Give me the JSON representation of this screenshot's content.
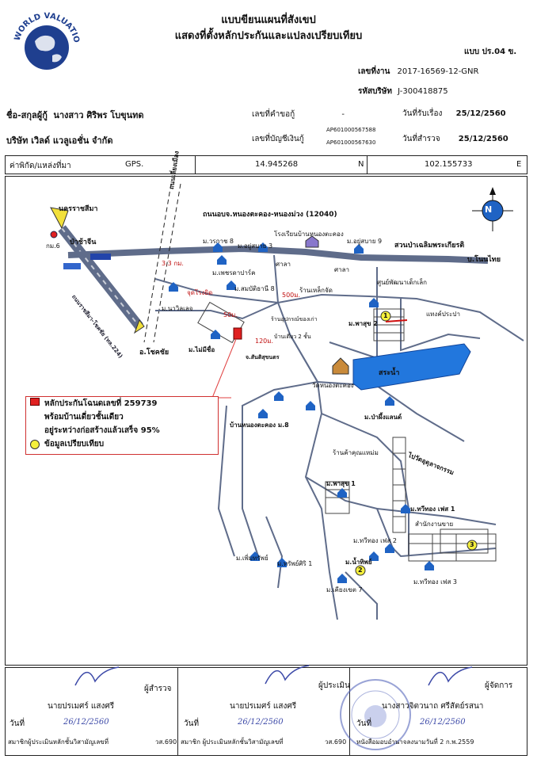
{
  "logo": {
    "text": "WORLD VALUATION"
  },
  "header": {
    "title1": "แบบขียนแผนที่สังเขป",
    "title2": "แสดงที่ตั้งหลักประกันและแปลงเปรียบเทียบ",
    "form_no": "แบบ ปร.04 ข.",
    "job_label": "เลขที่งาน",
    "job_no": "2017-16569-12-GNR",
    "company_code_label": "รหัสบริษัท",
    "company_code": "J-300418875"
  },
  "info": {
    "applicant_label": "ชื่อ-สกุลผู้กู้",
    "applicant": "นางสาว ศิริพร โบขุนทด",
    "request_no_label": "เลขที่คำขอกู้",
    "request_no": "-",
    "received_date_label": "วันที่รับเรื่อง",
    "received_date": "25/12/2560",
    "company": "บริษัท เวิลด์ แวลูเอชั่น จำกัด",
    "account_no_label": "เลขที่บัญชีเงินกู้",
    "account_no_1": "AP601000567588",
    "account_no_2": "AP601000567630",
    "survey_date_label": "วันที่สำรวจ",
    "survey_date": "25/12/2560"
  },
  "coords": {
    "label": "ค่าพิกัด/แหล่งที่มา",
    "source": "GPS.",
    "lat": "14.945268",
    "lat_dir": "N",
    "lon": "102.155733",
    "lon_dir": "E"
  },
  "map": {
    "north": "N",
    "labels": {
      "nakhon": "นครราชสีมา",
      "km6": "กม.6",
      "bachajin": "ป่าช้าจีน",
      "road_main": "ถนนราชสีมา-โชคชัย (ทล.224)",
      "chokchai": "อ.โชคชัย",
      "road_top": "ถนนอบจ.หนองตะคอง-หนองม่วง (12040)",
      "park": "สวนป่าเฉลิมพระเกียรติ",
      "nonthai": "บ.โนนไทย",
      "school": "โรงเรียนบ้านหนองตะคอง",
      "rail": "ถนนเลี่ยงเมือง",
      "km33": "3.3 กม.",
      "sala1": "ศาลา",
      "sala2": "ศาลา",
      "varakorn": "ม.วรกาช 8",
      "yusabai3": "ม.อยู่สบาย 3",
      "yusabai9": "ม.อยู่สบาย 9",
      "petdapark": "ม.เพชรดาปาร์ค",
      "naparat": "ม.นาวิลเลจ",
      "start": "จุดโรงยิด",
      "m50": "50ม.",
      "mamise": "ม.ไม่มีชื่อ",
      "m120": "120ม.",
      "santisuk": "จ.สันติสุขนตร",
      "sombatthani": "ม.สมบัติธานี 8",
      "m500": "500ม.",
      "shop1": "ร้านเหล็กจัด",
      "shop2": "ร้านอุปกรณ์ของเก่า",
      "house2": "บ้านเดี่ยว 2 ชั้น",
      "childcenter": "ศูนย์พัฒนาเด็กเล็ก",
      "pasuk2": "ม.พาสุข 2",
      "pond": "แทงค์ประปา",
      "lake": "สระน้ำ",
      "temple": "วัดหนองตะคอง",
      "pueng": "ม.ป่าผึ้งแลนด์",
      "nongtakong": "บ้านหนองตะคอง ม.8",
      "shop3": "ร้านค้าคุณแหม่ม",
      "tonong": "ไปวัดอุดุลาจกรรม",
      "pasuk1": "ม.พาสุข 1",
      "thawee1": "ม.ทวีทอง เฟส 1",
      "office": "สำนักงานขาย",
      "thawee2": "ม.ทวีทอง เฟส 2",
      "thawee3": "ม.ทวีทอง เฟส 3",
      "pumsap": "ม.เพิ่มทรัพย์",
      "sap1": "ม.ทรัพย์ศิริ 1",
      "namthip": "ม.น้ำทิพย์",
      "kiangkhet": "ม.เคียงเขต 7",
      "n1": "1",
      "n2": "2",
      "n3": "3"
    },
    "legend": {
      "item1": "หลักประกันโฉนดเลขที่ 259739",
      "item2": "พร้อมบ้านเดี่ยวชั้นเดียว",
      "item3": "อยู่ระหว่างก่อสร้างแล้วเสร็จ 95%",
      "item4": "ข้อมูลเปรียบเทียบ",
      "collateral_color": "#e02020",
      "compare_color": "#f5f03c",
      "lake_color": "#2277dd"
    }
  },
  "signatures": [
    {
      "role": "ผู้สำรวจ",
      "name": "นายปรเมศร์ แสงศรี",
      "date_label": "วันที่",
      "date": "26/12/2560",
      "member_label": "สมาชิกผู้ประเมินหลักชั้นวิสามัญเลขที่",
      "member_no": "วส.690"
    },
    {
      "role": "ผู้ประเมิน",
      "name": "นายปรเมศร์ แสงศรี",
      "date_label": "วันที่",
      "date": "26/12/2560",
      "member_label": "สมาชิก ผู้ประเมินหลักชั้นวิสามัญเลขที่",
      "member_no": "วส.690"
    },
    {
      "role": "ผู้จัดการ",
      "name": "นางสาวจิตวนาถ ศรีสัตย์รสนา",
      "date_label": "วันที่",
      "date": "26/12/2560",
      "member_label": "หนังสือมอบอำนาจลงนามวันที่ 2 ก.พ.2559",
      "member_no": ""
    }
  ]
}
